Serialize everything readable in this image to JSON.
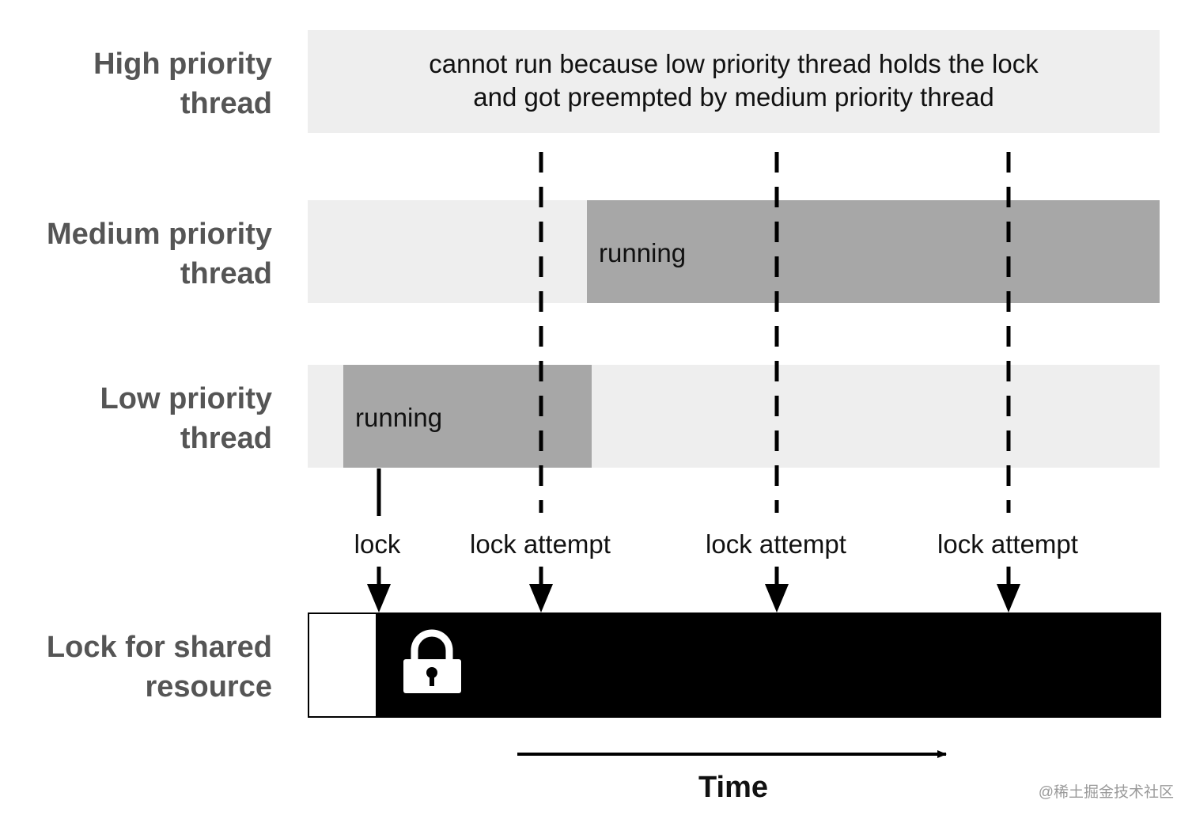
{
  "rows": {
    "high": {
      "label_line1": "High priority",
      "label_line2": "thread",
      "message_line1": "cannot run because low priority thread holds the lock",
      "message_line2": "and got preempted by medium priority thread"
    },
    "medium": {
      "label_line1": "Medium priority",
      "label_line2": "thread",
      "state": "running"
    },
    "low": {
      "label_line1": "Low priority",
      "label_line2": "thread",
      "state": "running"
    },
    "lock": {
      "label_line1": "Lock for shared",
      "label_line2": "resource"
    }
  },
  "events": [
    {
      "label": "lock"
    },
    {
      "label": "lock attempt"
    },
    {
      "label": "lock attempt"
    },
    {
      "label": "lock attempt"
    }
  ],
  "time_label": "Time",
  "watermark": "@稀土掘金技术社区",
  "icons": {
    "lock": "padlock-icon"
  },
  "colors": {
    "lane": "#eeeeee",
    "running": "#a7a7a7",
    "lock_held": "#000000",
    "label": "#555555"
  }
}
